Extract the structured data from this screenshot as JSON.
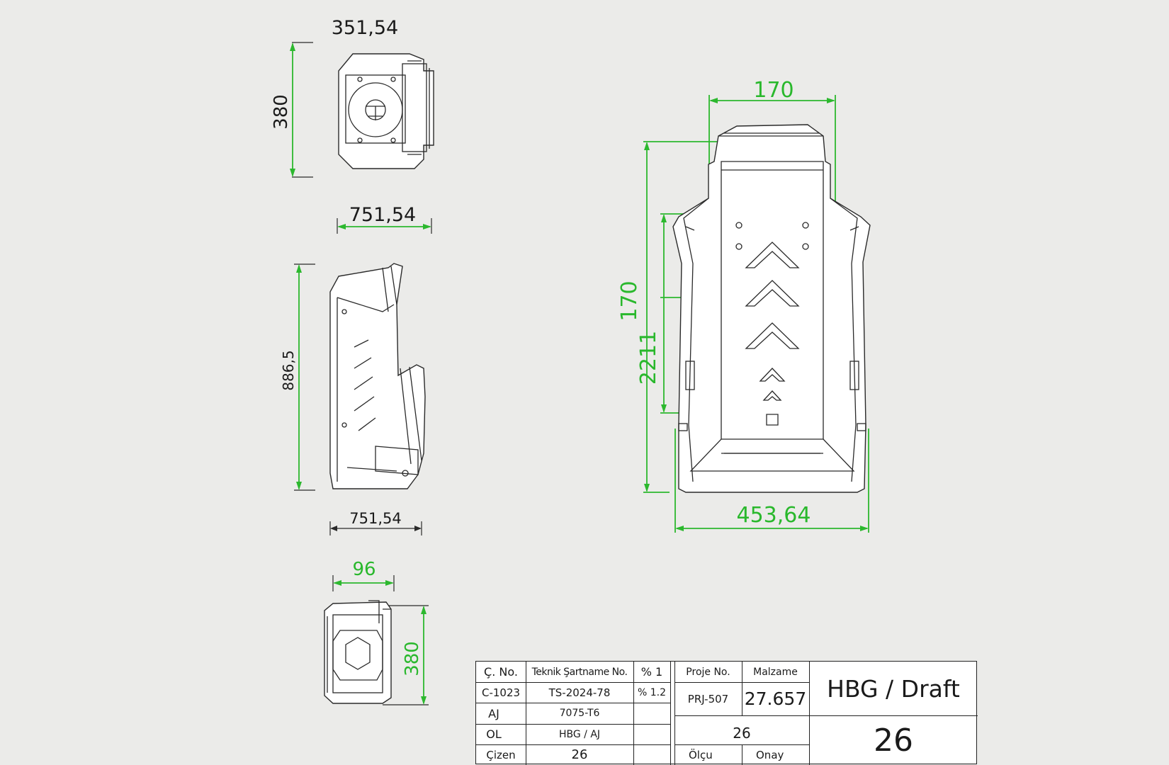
{
  "dimensions": {
    "top_view_width": "351,54",
    "top_view_height": "380",
    "front_view_top_width": "751,54",
    "front_view_height": "886,5",
    "front_view_bottom_width": "751,54",
    "bottom_view_width": "96",
    "bottom_view_height": "380",
    "main_top_width": "170",
    "main_height": "170",
    "main_inner_height": "2211",
    "main_bottom_width": "453,64"
  },
  "title_block": {
    "col1_header": "Ç. No.",
    "col2_header": "Teknik Şartname No.",
    "col3_header": "% 1",
    "col1_row1": "C-1023",
    "col2_row1": "TS-2024-78",
    "col3_row1": "% 1.2",
    "col1_row2": "AJ",
    "col2_row2": "7075-T6",
    "col1_row3": "OL",
    "col2_row3": "HBG / AJ",
    "col1_row4": "Çizen",
    "col2_row4": "26",
    "proje_header": "Proje No.",
    "malzeme_header": "Malzame",
    "proje_value": "PRJ-507",
    "malzeme_value": "27.657",
    "mid_value": "26",
    "olcu_label": "Ölçu",
    "onay_label": "Onay",
    "title": "HBG / Draft",
    "sheet_number": "26"
  },
  "colors": {
    "background": "#ebebe9",
    "drawing_line": "#2a2a2a",
    "dimension_green": "#29b82c",
    "dimension_black": "#1a1a1a"
  }
}
